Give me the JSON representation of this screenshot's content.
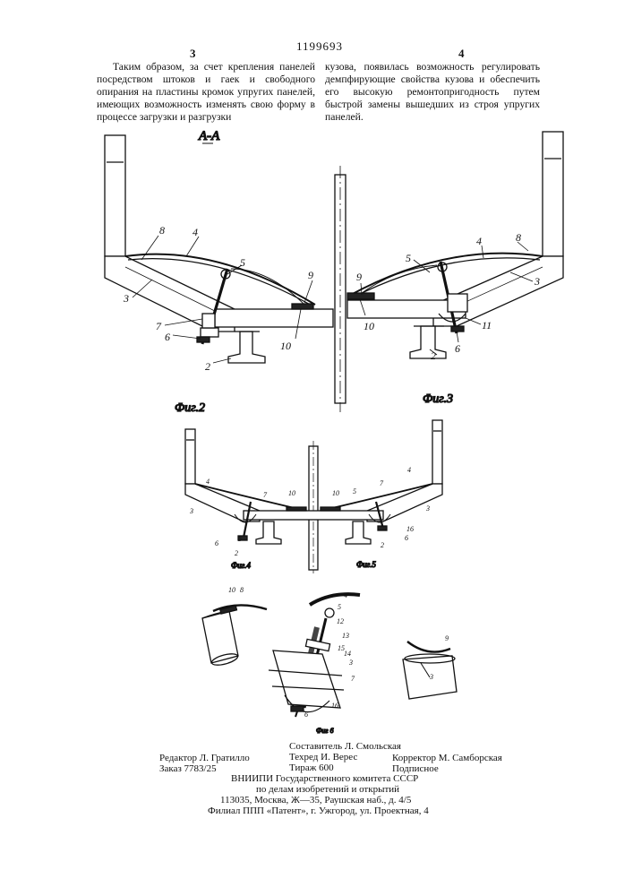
{
  "header": {
    "patent_number": "1199693",
    "left_column_number": "3",
    "right_column_number": "4"
  },
  "text": {
    "left_column": "Таким образом, за счет крепления панелей посредством штоков и гаек и свободного опирания на пластины кромок упругих панелей, имеющих возможность изменять свою форму в процессе загрузки и разгрузки",
    "right_column": "кузова, появилась возможность регулировать демпфирующие свойства кузова и обеспечить его высокую ремонтопригодность путем быстрой замены вышедших из строя упругих панелей."
  },
  "figures": {
    "section_label": "А-А",
    "fig2": "Фиг.2",
    "fig3": "Фиг.3",
    "fig4": "Фиг.4",
    "fig5": "Фиг.5",
    "fig6": "Фиг 6"
  },
  "labels": {
    "l1": "8",
    "l2": "4",
    "l3": "5",
    "l4": "9",
    "l5": "3",
    "l6": "7",
    "l7": "6",
    "l8": "2",
    "l9": "10",
    "l10": "10",
    "l11": "9",
    "l12": "5",
    "l13": "4",
    "l14": "8",
    "l15": "3",
    "l16": "11",
    "l17": "6",
    "l18": "2",
    "s1": "4",
    "s2": "7",
    "s3": "10",
    "s4": "10",
    "s5": "5",
    "s6": "7",
    "s7": "4",
    "s8": "3",
    "s9": "3",
    "s10": "5",
    "s11": "6",
    "s12": "2",
    "s13": "2",
    "s14": "16",
    "s15": "6",
    "d1": "10",
    "d2": "8",
    "d3": "5",
    "d4": "4",
    "d5": "12",
    "d6": "13",
    "d7": "15",
    "d8": "14",
    "d9": "3",
    "d10": "7",
    "d11": "6",
    "d12": "16",
    "d13": "9",
    "d14": "3"
  },
  "imprint": {
    "editor": "Редактор Л. Гратилло",
    "order": "Заказ 7783/25",
    "composer": "Составитель Л. Смольская",
    "techred": "Техред И. Верес",
    "circulation": "Тираж 600",
    "corrector": "Корректор М. Самборская",
    "subscription": "Подписное",
    "org1": "ВНИИПИ Государственного комитета СССР",
    "org2": "по делам изобретений и открытий",
    "address1": "113035, Москва, Ж—35, Раушская наб., д. 4/5",
    "address2": "Филиал ППП «Патент», г. Ужгород, ул. Проектная, 4"
  }
}
